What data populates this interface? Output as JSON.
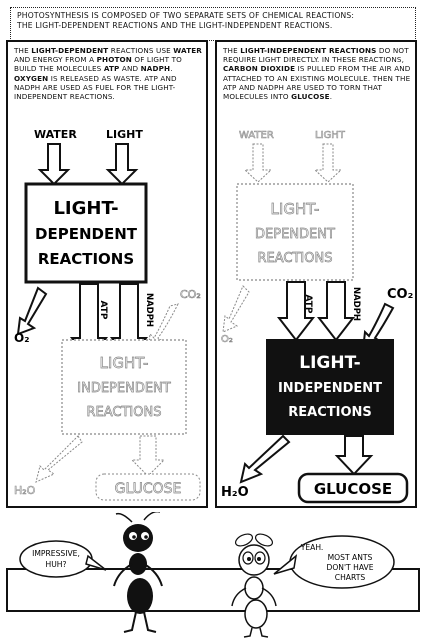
{
  "caption": {
    "line1": "Photosynthesis is composed of two separate sets of chemical reactions:",
    "line2": "The light-dependent reactions and the light-independent reactions."
  },
  "left_panel": {
    "t1": "The ",
    "t2": "light-dependent",
    "t3": " reactions use ",
    "t4": "water",
    "t5": " and energy from a ",
    "t6": "photon",
    "t7": " of light to build the molecules ",
    "t8": "ATP",
    "t9": " and ",
    "t10": "NADPH",
    "t11": ". ",
    "t12": "Oxygen",
    "t13": " is released as waste. ATP and NADPH are used as fuel for the light-independent reactions."
  },
  "right_panel": {
    "t1": "The ",
    "t2": "light-independent reactions",
    "t3": " do not require light directly. In these reactions, ",
    "t4": "carbon dioxide",
    "t5": " is pulled from the air and attached to an existing molecule. Then the ATP and NADPH are used to torn that molecules into ",
    "t6": "glucose",
    "t7": "."
  },
  "diagram": {
    "water": "WATER",
    "light": "LIGHT",
    "ld_line1": "LIGHT-",
    "ld_line2": "DEPENDENT",
    "ld_line3": "REACTIONS",
    "atp": "ATP",
    "nadph": "NADPH",
    "co2": "CO₂",
    "o2": "O₂",
    "li_line1": "LIGHT-",
    "li_line2": "INDEPENDENT",
    "li_line3": "REACTIONS",
    "h2o": "H₂O",
    "glucose": "GLUCOSE"
  },
  "dialogue": {
    "ant_line1": "IMPRESSIVE,",
    "ant_line2": "HUH?",
    "fly_line1": "YEAH.",
    "fly_line2": "MOST ANTS",
    "fly_line3": "DON'T HAVE",
    "fly_line4": "CHARTS"
  }
}
